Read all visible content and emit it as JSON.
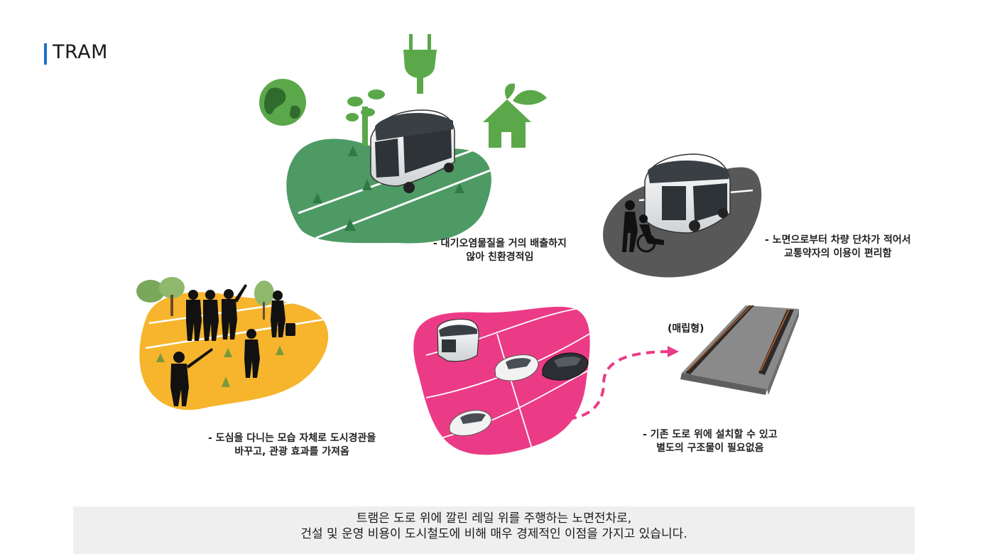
{
  "title": "TRAM",
  "captions": {
    "eco_line1": "- 대기오염물질을 거의 배출하지",
    "eco_line2": "않아 친환경적임",
    "access_line1": "- 노면으로부터 차량 단차가 적어서",
    "access_line2": "교통약자의 이용이 편리함",
    "tourism_line1": "- 도심을 다니는 모습 자체로 도시경관을",
    "tourism_line2": "바꾸고, 관광 효과를 가져옴",
    "road_line1": "- 기존 도로 위에 설치할 수 있고",
    "road_line2": "별도의 구조물이 필요없음"
  },
  "rail_type_label": "(매립형)",
  "footer": {
    "line1": "트램은 도로 위에 깔린 레일 위를 주행하는 노면전차로,",
    "line2": "건설 및 운영 비용이 도시철도에 비해 매우 경제적인 이점을 가지고 있습니다."
  },
  "colors": {
    "accent_bar": "#1f6fc5",
    "eco_green": "#4e9a65",
    "access_gray": "#585858",
    "tourism_yellow": "#f6b52d",
    "road_pink": "#ec3b86",
    "footer_bg": "#efefef"
  },
  "icons": [
    "globe-icon",
    "plug-icon",
    "tree-icon",
    "house-leaf-icon",
    "tram-vehicle-icon",
    "wheelchair-user-icon",
    "tourists-silhouette-icon",
    "car-icon",
    "embedded-rail-icon",
    "dashed-arrow-icon"
  ]
}
